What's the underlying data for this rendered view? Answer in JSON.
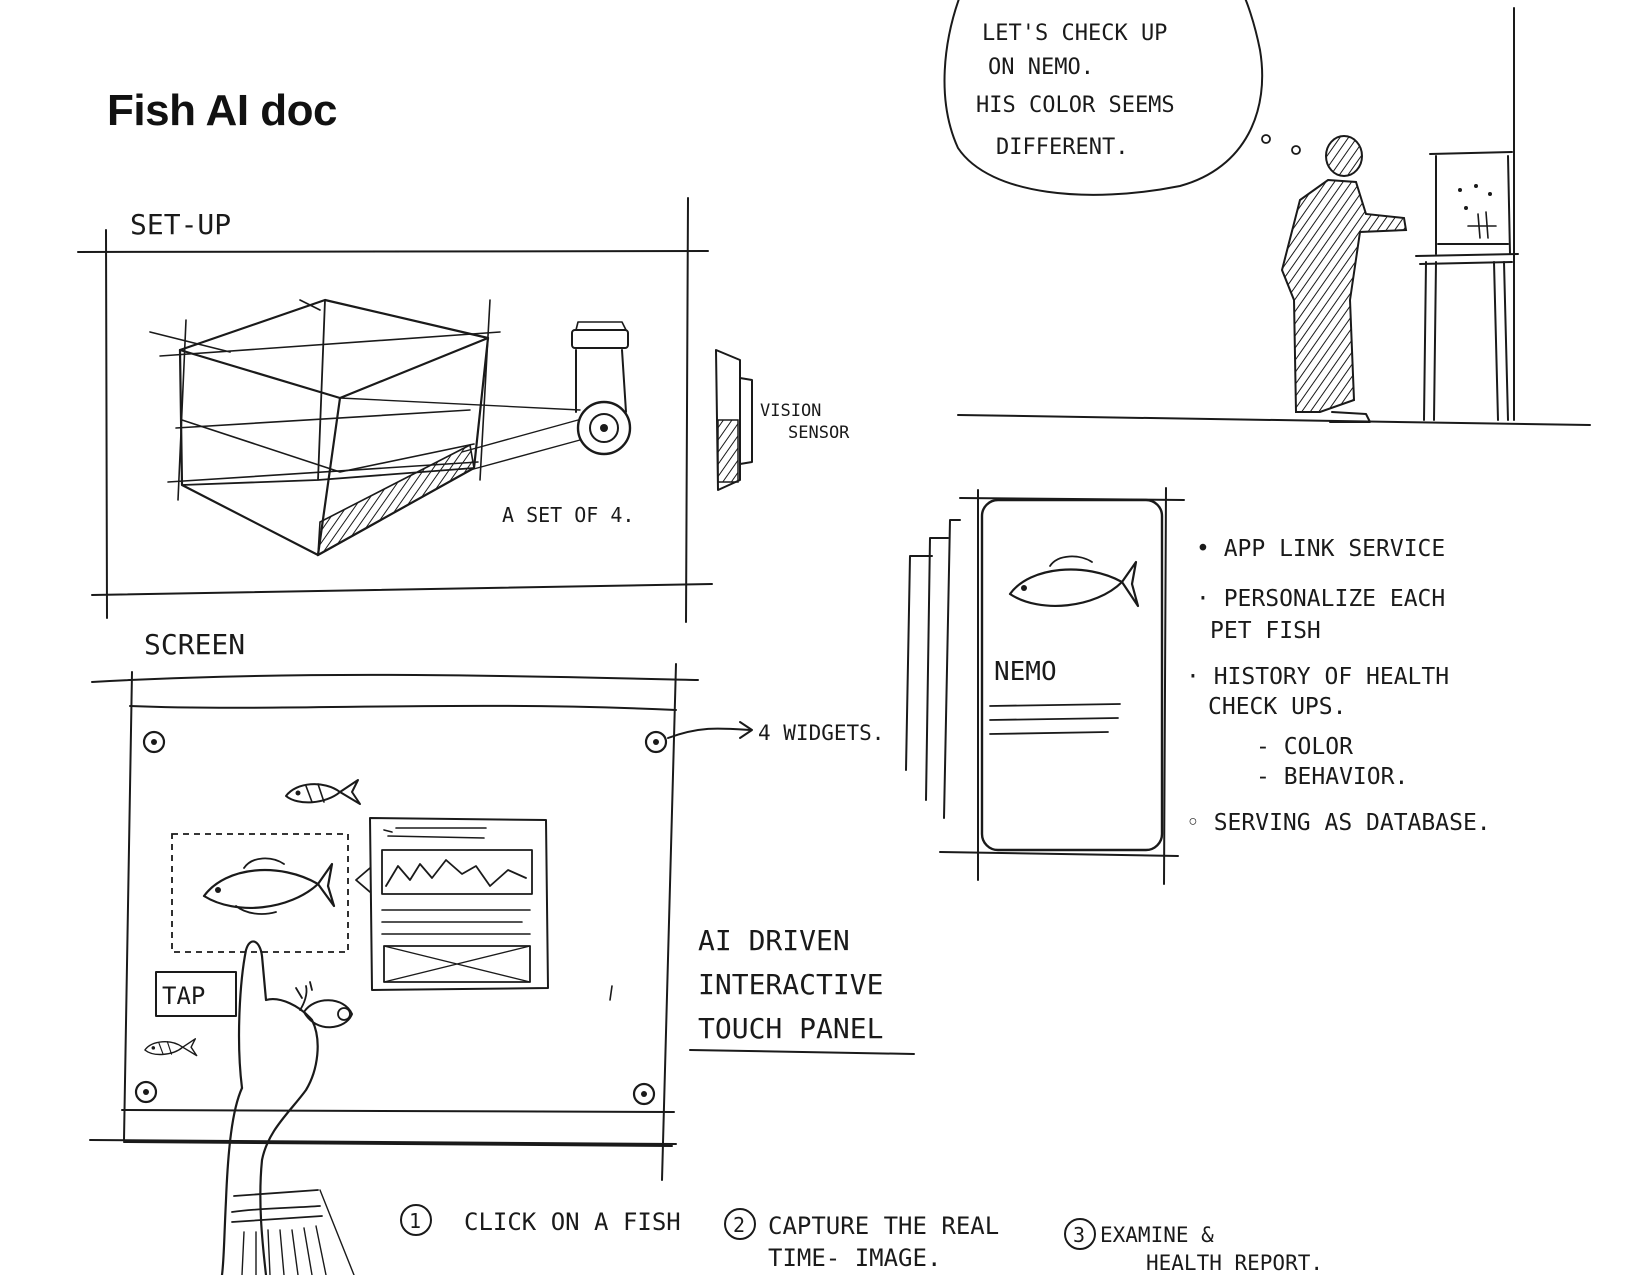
{
  "doc": {
    "title": "Fish AI doc"
  },
  "setup": {
    "heading": "SET-UP",
    "sensor_label_1": "VISION",
    "sensor_label_2": "SENSOR",
    "count_note": "A SET OF 4."
  },
  "screen": {
    "heading": "SCREEN",
    "widgets_note": "4 WIDGETS.",
    "tap_label": "TAP"
  },
  "panel_caption": [
    "AI DRIVEN",
    "INTERACTIVE",
    "TOUCH PANEL"
  ],
  "steps": [
    {
      "num": "1",
      "line1": "CLICK ON A FISH",
      "line2": ""
    },
    {
      "num": "2",
      "line1": "CAPTURE THE REAL",
      "line2": "TIME- IMAGE."
    },
    {
      "num": "3",
      "line1": "EXAMINE &",
      "line2": "HEALTH REPORT."
    }
  ],
  "thought": {
    "lines": [
      "LET'S CHECK UP",
      "ON NEMO.",
      "HIS COLOR SEEMS",
      "DIFFERENT."
    ]
  },
  "app": {
    "fish_name": "NEMO",
    "features": [
      "• APP LINK SERVICE",
      "· PERSONALIZE EACH",
      "PET FISH",
      "· HISTORY OF HEALTH",
      "CHECK UPS.",
      "- COLOR",
      "- BEHAVIOR.",
      "◦ SERVING AS DATABASE."
    ]
  }
}
